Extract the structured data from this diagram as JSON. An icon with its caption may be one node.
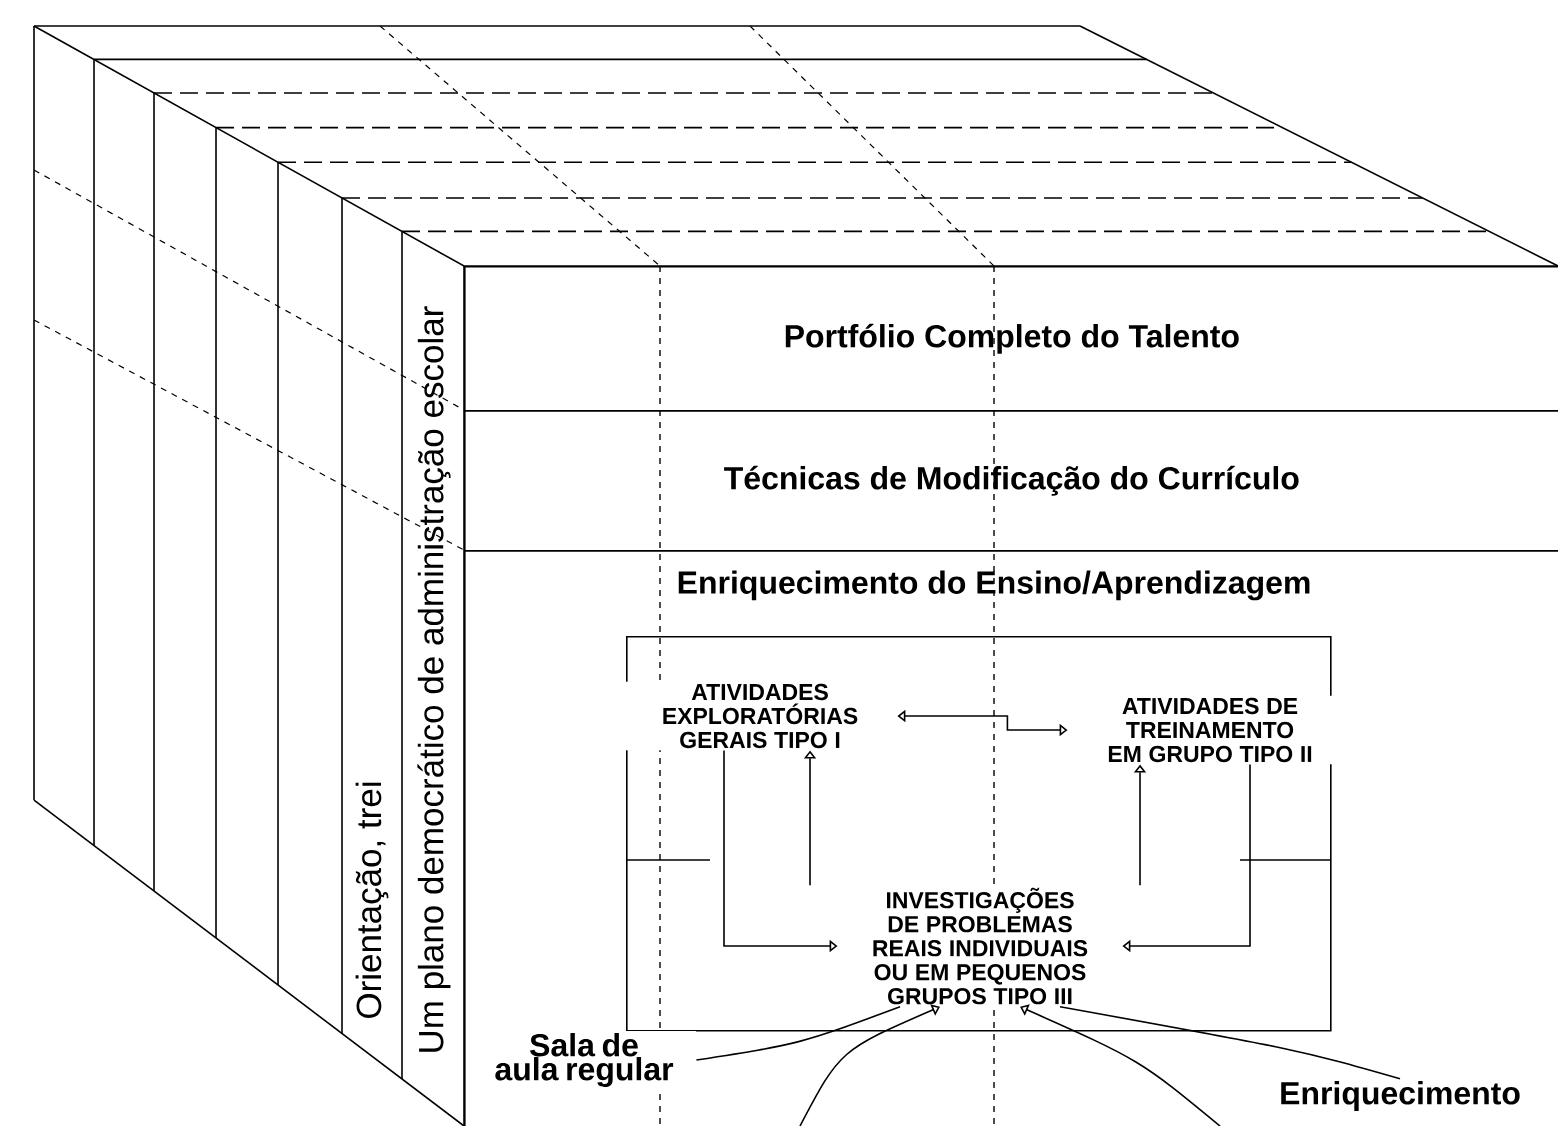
{
  "diagram": {
    "nodes": [
      {
        "text": [
          "Portfólio Completo do Talento"
        ]
      },
      {
        "text": [
          "Técnicas de Modificação do Currículo"
        ]
      },
      {
        "text": [
          "Enriquecimento do Ensino/Aprendizagem"
        ]
      },
      {
        "text": [],
        "shape": "box",
        "in": 2
      },
      {
        "text": [
          "ATIVIDADES EXPLORATÓRIAS GERAIS TIPO I"
        ],
        "in": 3
      },
      {
        "text": [
          "ATIVIDADES DE TREINAMENTO EM GRUPO TIPO II"
        ],
        "in": 3
      },
      {
        "text": [
          "INVESTIGAÇÕES DE PROBLEMAS REAIS INDIVIDUAIS OU EM PEQUENOS GRUPOS TIPO III"
        ],
        "in": 3
      },
      {
        "text": [
          "Sala de aula regular"
        ],
        "in": 2
      },
      {
        "text": [
          "Enriquecimento"
        ],
        "in": 2
      },
      {
        "text": [
          "Orientação, trei"
        ]
      },
      {
        "text": [
          "Um plano democrático de administração escolar"
        ]
      }
    ],
    "edges": [
      {
        "from": 4,
        "to": 5,
        "arrow": "both"
      },
      {
        "from": 6,
        "to": 4,
        "arrow": "to"
      },
      {
        "from": 6,
        "to": 5,
        "arrow": "to"
      },
      {
        "from": 4,
        "to": 6,
        "arrow": "to"
      },
      {
        "from": 5,
        "to": 6,
        "arrow": "to"
      },
      {
        "from": 7,
        "to": 6,
        "arrow": "none"
      },
      {
        "from": null,
        "to": 6,
        "arrow": "to"
      },
      {
        "from": 8,
        "to": 6,
        "arrow": "none"
      },
      {
        "from": null,
        "to": 6,
        "arrow": "to"
      }
    ]
  }
}
